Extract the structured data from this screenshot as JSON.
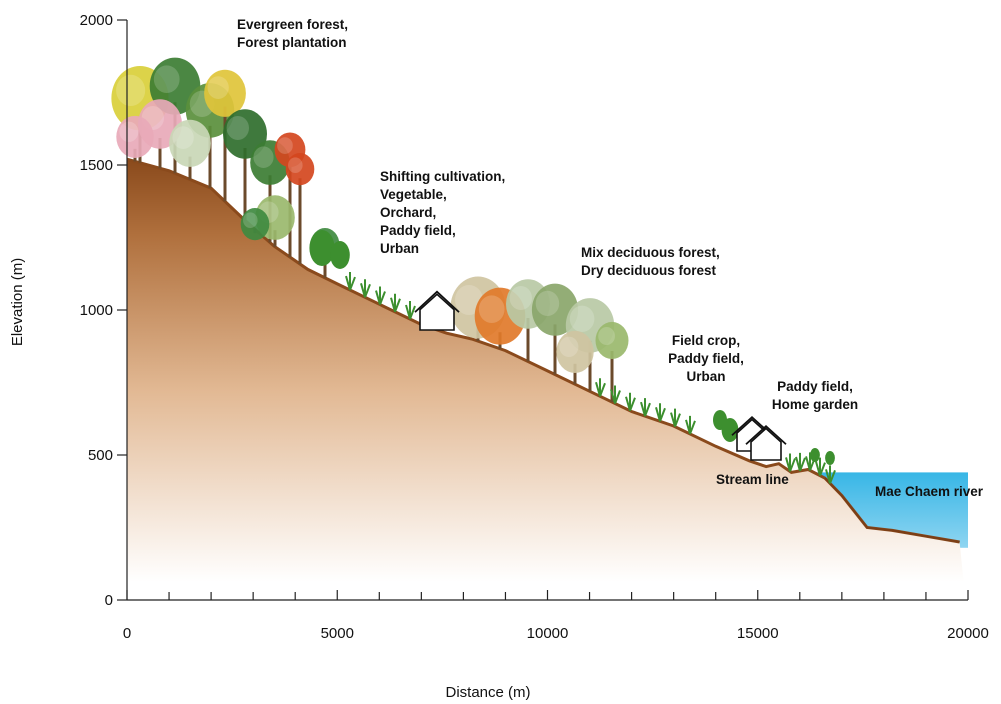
{
  "chart_data": {
    "type": "area",
    "xlabel": "Distance (m)",
    "ylabel": "Elevation (m)",
    "xlim": [
      0,
      20000
    ],
    "ylim": [
      0,
      2000
    ],
    "x_ticks": [
      "0",
      "5000",
      "10000",
      "15000",
      "20000"
    ],
    "y_ticks": [
      "0",
      "500",
      "1000",
      "1500",
      "2000"
    ],
    "profile": {
      "x": [
        0,
        1000,
        2000,
        2800,
        3500,
        4300,
        5000,
        6000,
        7000,
        7600,
        8200,
        9000,
        10000,
        11000,
        12000,
        13000,
        14000,
        14800,
        15200,
        15500,
        15800,
        16200,
        16600,
        17000,
        17600,
        18200,
        19000,
        19800
      ],
      "y": [
        1520,
        1480,
        1420,
        1310,
        1220,
        1140,
        1090,
        1020,
        950,
        920,
        900,
        860,
        790,
        720,
        650,
        600,
        530,
        480,
        460,
        470,
        440,
        450,
        420,
        360,
        250,
        240,
        220,
        200
      ]
    },
    "river_level": 440
  },
  "zone_labels": {
    "evergreen": [
      "Evergreen forest,",
      "Forest plantation"
    ],
    "shifting": [
      "Shifting cultivation,",
      "Vegetable,",
      "Orchard,",
      "Paddy field,",
      "Urban"
    ],
    "deciduous": [
      "Mix deciduous forest,",
      "Dry deciduous forest"
    ],
    "fieldcrop": [
      "Field crop,",
      "Paddy field,",
      "Urban"
    ],
    "paddy": [
      "Paddy field,",
      "Home garden"
    ],
    "stream": "Stream line",
    "river": "Mae Chaem river"
  },
  "colors": {
    "soil_top": "#8a4a1c",
    "soil_bottom": "#f3ddc4",
    "river": "#37b6e6",
    "grass": "#3d8f2f",
    "axis": "#222222"
  },
  "icons": [
    "tree-icon",
    "house-icon",
    "crop-icon"
  ]
}
